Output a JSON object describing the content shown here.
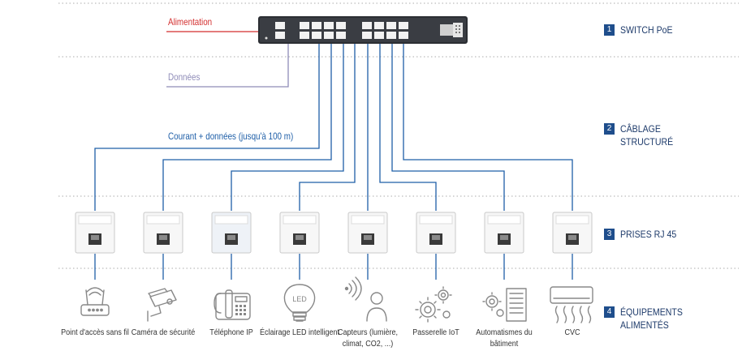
{
  "colors": {
    "power": "#d32f2f",
    "data": "#8f8cb8",
    "poe": "#1f5fa8",
    "legend": "#1f4e8c",
    "dots": "#bcbcbc",
    "icon": "#888888"
  },
  "lines": {
    "power_label": "Alimentation",
    "data_label": "Données",
    "poe_label": "Courant + données (jusqu'à 100 m)"
  },
  "legend": [
    {
      "num": "1",
      "text": "SWITCH PoE"
    },
    {
      "num": "2",
      "text": "CÂBLAGE STRUCTURÉ"
    },
    {
      "num": "3",
      "text": "PRISES RJ 45"
    },
    {
      "num": "4",
      "text": "ÉQUIPEMENTS ALIMENTÉS"
    }
  ],
  "devices": [
    {
      "icon": "wifi-router-icon",
      "caption": "Point d'accès sans fil"
    },
    {
      "icon": "security-camera-icon",
      "caption": "Caméra de sécurité"
    },
    {
      "icon": "ip-phone-icon",
      "caption": "Téléphone IP"
    },
    {
      "icon": "led-bulb-icon",
      "caption": "Éclairage LED intelligent"
    },
    {
      "icon": "sensor-person-icon",
      "caption": "Capteurs (lumière, climat, CO2, ...)"
    },
    {
      "icon": "gears-icon",
      "caption": "Passerelle IoT"
    },
    {
      "icon": "building-automation-icon",
      "caption": "Automatismes du bâtiment"
    },
    {
      "icon": "air-conditioner-icon",
      "caption": "CVC"
    }
  ],
  "led_text": "LED"
}
